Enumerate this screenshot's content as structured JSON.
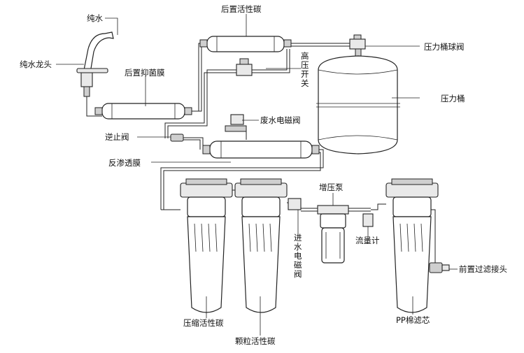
{
  "labels": {
    "pure_water": "纯水",
    "post_carbon": "后置活性碳",
    "pure_faucet": "纯水龙头",
    "post_antibacterial": "后置抑菌膜",
    "pressure_tank_valve": "压力桶球阀",
    "high_pressure_switch": "高压开关",
    "pressure_tank": "压力桶",
    "waste_solenoid": "废水电磁阀",
    "check_valve": "逆止阀",
    "ro_membrane": "反渗透膜",
    "booster_pump": "增压泵",
    "inlet_solenoid": "进水电磁阀",
    "flow_meter": "流量计",
    "pre_filter_connector": "前置过滤接头",
    "compressed_carbon": "压缩活性碳",
    "granular_carbon": "颗粒活性碳",
    "pp_cotton": "PP棉滤芯"
  }
}
